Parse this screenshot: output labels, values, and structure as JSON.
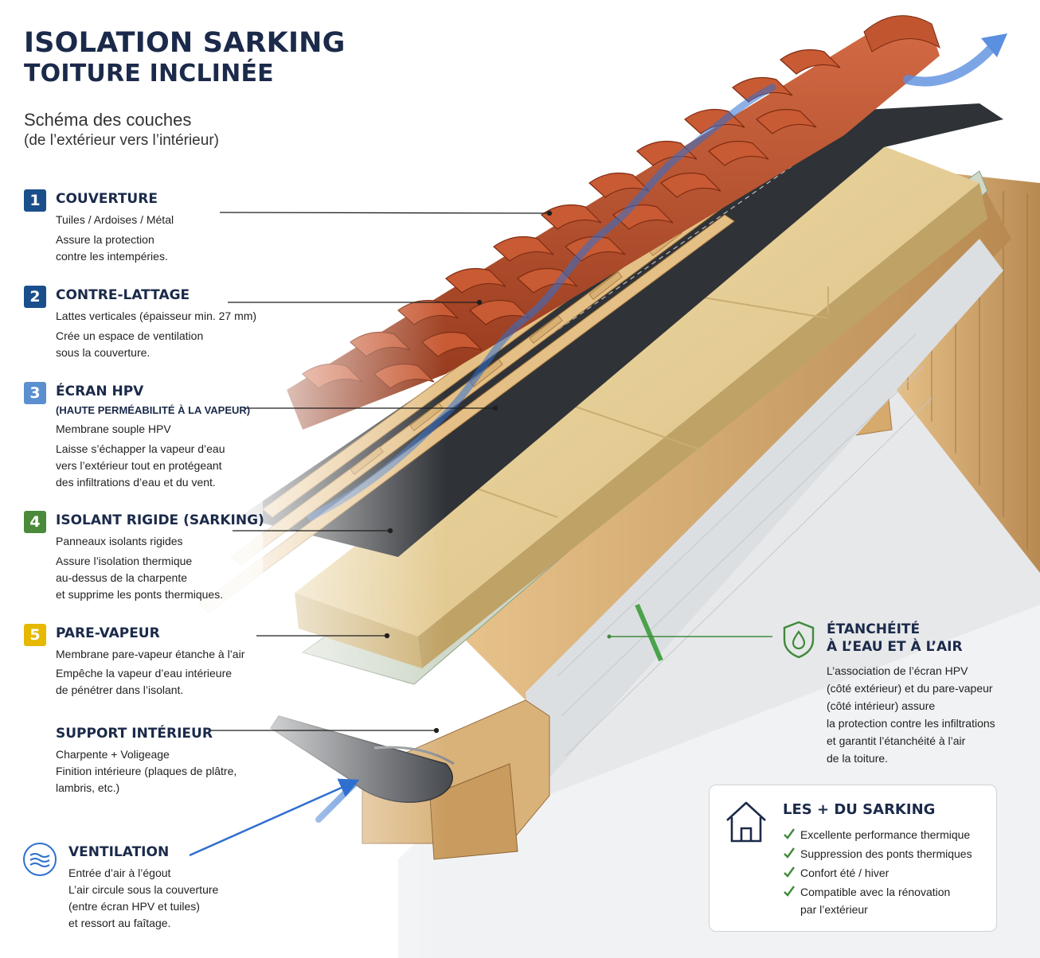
{
  "title": {
    "line1": "ISOLATION SARKING",
    "line2": "TOITURE INCLINÉE"
  },
  "subtitle": {
    "line1": "Schéma des couches",
    "line2": "(de l’extérieur vers l’intérieur)"
  },
  "layers": [
    {
      "number": "1",
      "name": "COUVERTURE",
      "subname": "",
      "color": "#1a4f8b",
      "desc": [
        "Tuiles / Ardoises / Métal",
        "Assure la protection",
        "contre les intempéries."
      ]
    },
    {
      "number": "2",
      "name": "CONTRE-LATTAGE",
      "subname": "",
      "color": "#1a4f8b",
      "desc": [
        "Lattes verticales (épaisseur min. 27 mm)",
        "Crée un espace de ventilation",
        "sous la couverture."
      ]
    },
    {
      "number": "3",
      "name": "ÉCRAN HPV",
      "subname": "(HAUTE PERMÉABILITÉ À LA VAPEUR)",
      "color": "#5b8fcf",
      "desc": [
        "Membrane souple HPV",
        "Laisse s’échapper la vapeur d’eau",
        "vers l’extérieur tout en protégeant",
        "des infiltrations d’eau et du vent."
      ]
    },
    {
      "number": "4",
      "name": "ISOLANT RIGIDE (SARKING)",
      "subname": "",
      "color": "#4a8a3a",
      "desc": [
        "Panneaux isolants rigides",
        "Assure l’isolation thermique",
        "au-dessus de la charpente",
        "et supprime les ponts thermiques."
      ]
    },
    {
      "number": "5",
      "name": "PARE-VAPEUR",
      "subname": "",
      "color": "#e6b800",
      "desc": [
        "Membrane pare-vapeur étanche à l’air",
        "Empêche la vapeur d’eau intérieure",
        "de pénétrer dans l’isolant."
      ]
    }
  ],
  "support": {
    "name": "SUPPORT INTÉRIEUR",
    "desc": [
      "Charpente + Voligeage",
      "Finition intérieure (plaques de plâtre,",
      "lambris, etc.)"
    ]
  },
  "ventilation": {
    "name": "VENTILATION",
    "icon": "air-flow-icon",
    "desc": [
      "Entrée d’air à l’égout",
      "L’air circule sous la couverture",
      "(entre écran HPV et tuiles)",
      "et ressort au faîtage."
    ]
  },
  "etancheite": {
    "name_line1": "ÉTANCHÉITÉ",
    "name_line2": "À L’EAU ET À L’AIR",
    "icon": "shield-drop-icon",
    "desc": [
      "L’association de l’écran HPV",
      "(côté extérieur) et du pare-vapeur",
      "(côté intérieur) assure",
      "la protection contre les infiltrations",
      "et garantit l’étanchéité à l’air",
      "de la toiture."
    ]
  },
  "advantages": {
    "title": "LES + DU SARKING",
    "icon": "house-icon",
    "items": [
      "Excellente performance thermique",
      "Suppression des ponts thermiques",
      "Confort été / hiver",
      "Compatible avec la rénovation"
    ],
    "item4_cont": "par l’extérieur"
  },
  "colors": {
    "navy": "#1b2a4a",
    "tile": "#b4482a",
    "insulation": "#e6cd96",
    "hpv": "#2f3236",
    "wood": "#d9b27a",
    "air": "#2f6fd0",
    "green": "#3f8a3a"
  }
}
